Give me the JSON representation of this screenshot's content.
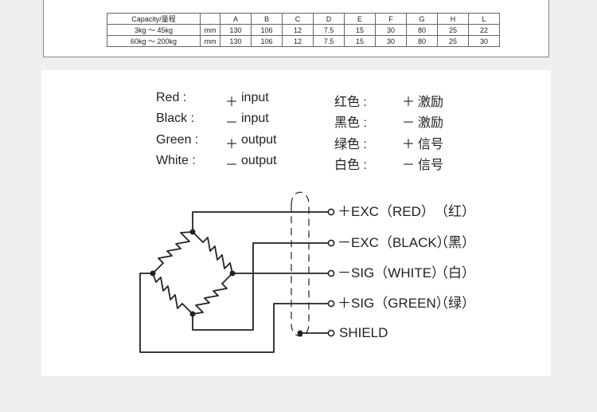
{
  "spec_table": {
    "headers": [
      "Capacity/量程",
      "",
      "A",
      "B",
      "C",
      "D",
      "E",
      "F",
      "G",
      "H",
      "L"
    ],
    "rows": [
      [
        "3kg ～ 45kg",
        "mm",
        "130",
        "106",
        "12",
        "7.5",
        "15",
        "30",
        "80",
        "25",
        "22"
      ],
      [
        "60kg ～ 200kg",
        "mm",
        "130",
        "106",
        "12",
        "7.5",
        "15",
        "30",
        "80",
        "25",
        "30"
      ]
    ]
  },
  "legend_en": [
    {
      "color": "Red :",
      "sign": "＋",
      "role": "input"
    },
    {
      "color": "Black :",
      "sign": "－",
      "role": "input"
    },
    {
      "color": "Green :",
      "sign": "＋",
      "role": "output"
    },
    {
      "color": "White :",
      "sign": "－",
      "role": "output"
    }
  ],
  "legend_cn": [
    {
      "color": "红色 :",
      "sign": "＋",
      "role": "激励"
    },
    {
      "color": "黑色 :",
      "sign": "－",
      "role": "激励"
    },
    {
      "color": "绿色 :",
      "sign": "＋",
      "role": "信号"
    },
    {
      "color": "白色 :",
      "sign": "－",
      "role": "信号"
    }
  ],
  "terminals": [
    {
      "label": "＋EXC（RED）",
      "cn": "（红）"
    },
    {
      "label": "－EXC（BLACK）",
      "cn": "（黑）"
    },
    {
      "label": "－SIG（WHITE）",
      "cn": "（白）"
    },
    {
      "label": "＋SIG（GREEN）",
      "cn": "（绿）"
    },
    {
      "label": "SHIELD",
      "cn": ""
    }
  ],
  "colors": {
    "background": "#efefef",
    "panel": "#ffffff",
    "line": "#222222"
  }
}
